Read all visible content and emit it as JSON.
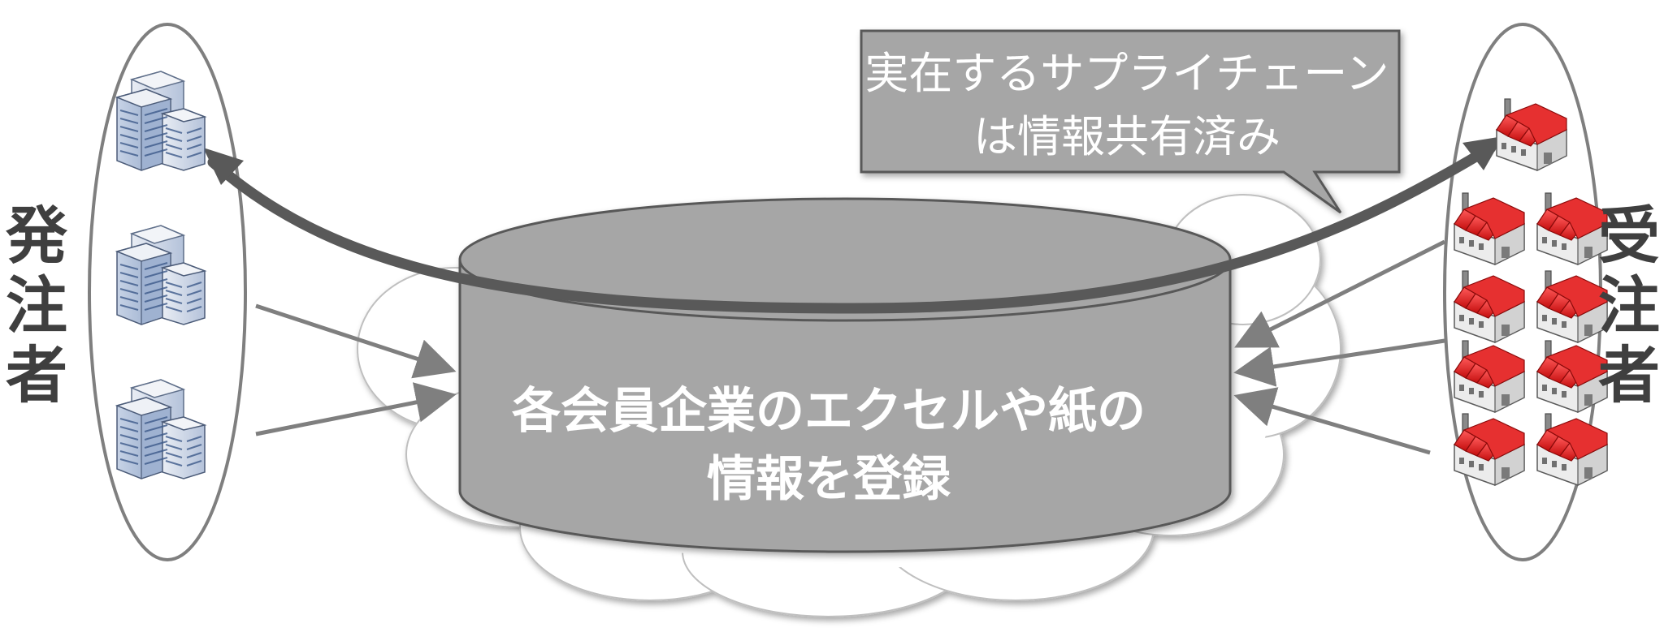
{
  "labels": {
    "orderer": "発注者",
    "contractor": "受注者"
  },
  "database": {
    "line1": "各会員企業のエクセルや紙の",
    "line2": "情報を登録"
  },
  "callout": {
    "line1": "実在するサプライチェーン",
    "line2": "は情報共有済み"
  },
  "icons": {
    "orderer_group": [
      "office-building-icon",
      "office-building-icon",
      "office-building-icon"
    ],
    "contractor_group": [
      "factory-icon",
      "factory-icon",
      "factory-icon",
      "factory-icon",
      "factory-icon",
      "factory-icon",
      "factory-icon",
      "factory-icon",
      "factory-icon"
    ]
  },
  "colors": {
    "cylinder": "#a6a6a6",
    "cylinder_stroke": "#595959",
    "cloud": "#ffffff",
    "callout_fill": "#a6a6a6",
    "arrow_dark": "#595959",
    "arrow_light": "#7f7f7f",
    "factory_red": "#e02020"
  }
}
